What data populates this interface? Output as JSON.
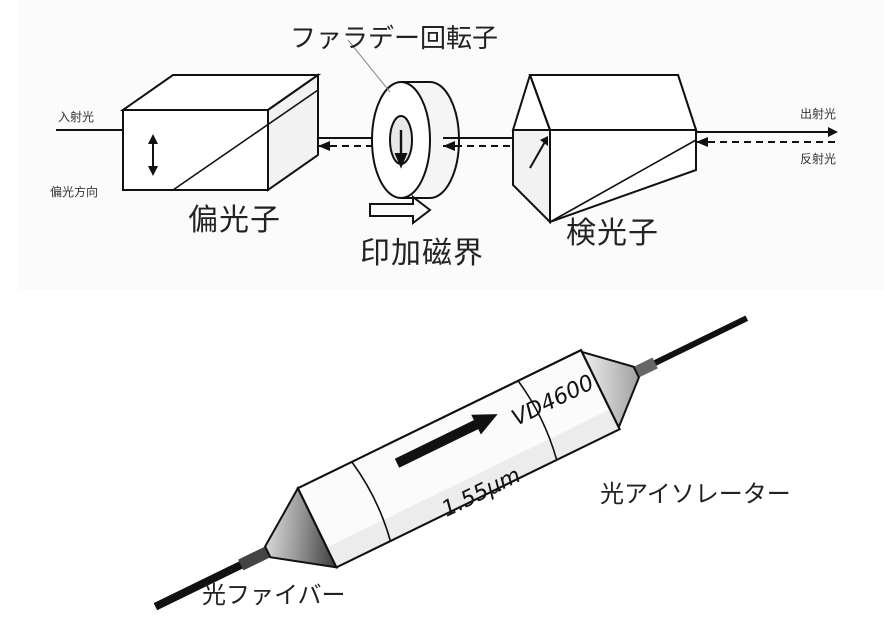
{
  "top_diagram": {
    "faraday_rotator_label": "ファラデー回転子",
    "incident_light_label": "入射光",
    "polarization_direction_label": "偏光方向",
    "polarizer_label": "偏光子",
    "applied_field_label": "印加磁界",
    "analyzer_label": "検光子",
    "output_light_label": "出射光",
    "return_light_label": "反射光"
  },
  "bottom_diagram": {
    "device_marking_model": "VD4600",
    "device_marking_wavelength": "1.55μm",
    "isolator_label": "光アイソレーター",
    "fiber_label": "光ファイバー"
  },
  "colors": {
    "accent_pink": "#f4a9e3",
    "line": "#111111"
  }
}
